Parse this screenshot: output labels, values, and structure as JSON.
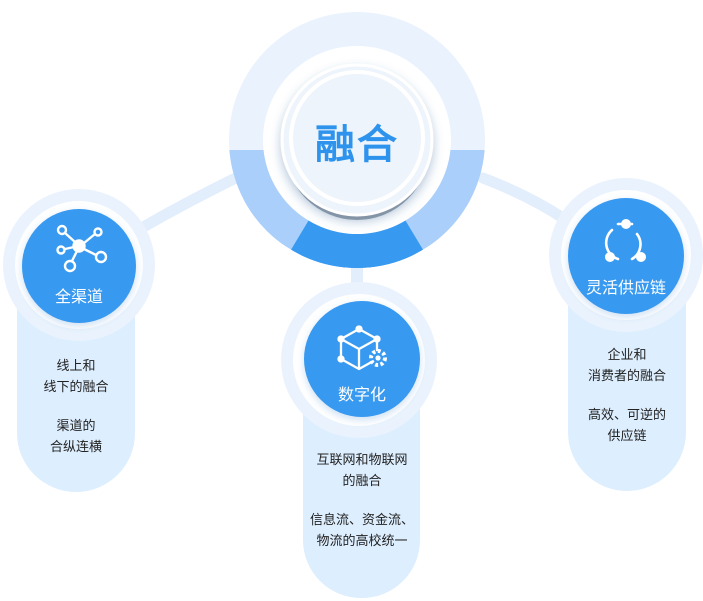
{
  "center": {
    "title": "融合"
  },
  "nodes": [
    {
      "id": "omnichannel",
      "label": "全渠道",
      "icon": "network-nodes-icon",
      "desc": [
        [
          "线上和",
          "线下的融合"
        ],
        [
          "渠道的",
          "合纵连横"
        ]
      ]
    },
    {
      "id": "digital",
      "label": "数字化",
      "icon": "cube-gear-icon",
      "desc": [
        [
          "互联网和物联网",
          "的融合"
        ],
        [
          "信息流、资金流、",
          "物流的高校统一"
        ]
      ]
    },
    {
      "id": "supply-chain",
      "label": "灵活供应链",
      "icon": "cycle-arrows-icon",
      "desc": [
        [
          "企业和",
          "消费者的融合"
        ],
        [
          "高效、可逆的",
          "供应链"
        ]
      ]
    }
  ],
  "colors": {
    "primary": "#3799f0",
    "light_ring": "#e8f2fd",
    "mid_ring": "#a9cffa",
    "card": "#ddeefe"
  }
}
